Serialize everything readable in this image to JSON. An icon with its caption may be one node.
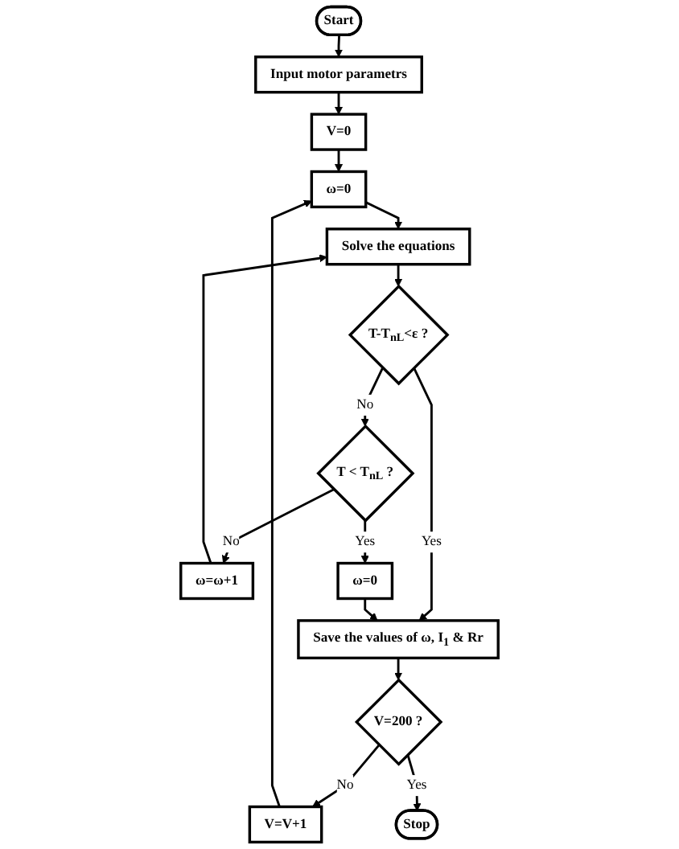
{
  "diagram": {
    "nodes": [
      {
        "text": [
          "Start"
        ]
      },
      {
        "text": [
          "Input motor parametrs"
        ]
      },
      {
        "text": [
          "V=0"
        ]
      },
      {
        "text": [
          "ω=0"
        ]
      },
      {
        "text": [
          "ω=ω+1"
        ]
      },
      {
        "text": [
          "Solve the equations"
        ]
      },
      {
        "text": [
          "V=V+1"
        ]
      },
      {
        "text": [
          "T < T$_{nL}$ ?"
        ]
      },
      {
        "text": [
          "T-T$_{nL}$<ε ?"
        ]
      },
      {
        "text": [
          "ω=0"
        ]
      },
      {
        "text": [
          "Save the values of ω, I$_{1}$ & Rr"
        ]
      },
      {
        "text": [
          "V=200 ?"
        ]
      },
      {
        "text": [
          "Stop"
        ]
      }
    ],
    "edges": [
      {
        "from": 0,
        "to": 1,
        "arrow": "to"
      },
      {
        "from": 1,
        "to": 2,
        "arrow": "to"
      },
      {
        "from": 2,
        "to": 3,
        "arrow": "to"
      },
      {
        "from": 3,
        "to": 5,
        "arrow": "to"
      },
      {
        "from": 5,
        "to": 8,
        "arrow": "to"
      },
      {
        "from": 8,
        "to": 7,
        "arrow": "to",
        "label": "No"
      },
      {
        "from": 8,
        "to": 10,
        "arrow": "to",
        "label": "Yes"
      },
      {
        "from": 7,
        "to": 4,
        "arrow": "to",
        "label": "No"
      },
      {
        "from": 4,
        "to": 5,
        "arrow": "to"
      },
      {
        "from": 7,
        "to": 9,
        "arrow": "to",
        "label": "Yes"
      },
      {
        "from": 9,
        "to": 10,
        "arrow": "to"
      },
      {
        "from": 10,
        "to": 11,
        "arrow": "to"
      },
      {
        "from": 11,
        "to": 6,
        "arrow": "to",
        "label": "No"
      },
      {
        "from": 6,
        "to": 3,
        "arrow": "to"
      },
      {
        "from": 11,
        "to": 12,
        "arrow": "to",
        "label": "Yes"
      }
    ]
  }
}
